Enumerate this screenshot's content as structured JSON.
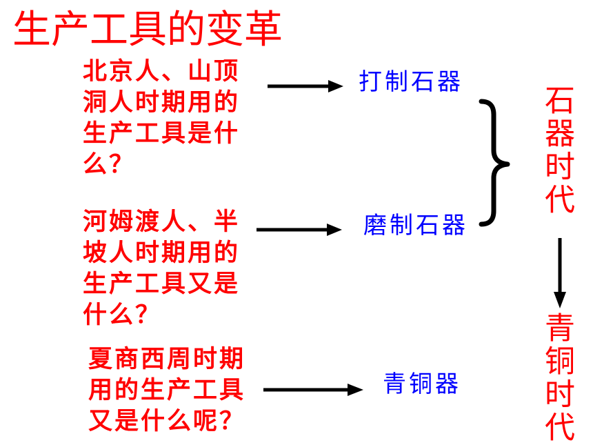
{
  "title": "生产工具的变革",
  "questions": [
    {
      "lines": [
        "北京人、山顶",
        "洞人时期用的",
        "生产工具是什",
        "么？"
      ],
      "answer": "打制石器"
    },
    {
      "lines": [
        "河姆渡人、半",
        "坡人时期用的",
        "生产工具又是",
        "什么？"
      ],
      "answer": "磨制石器"
    },
    {
      "lines": [
        "夏商西周时期",
        "用的生产工具",
        "又是什么呢？"
      ],
      "answer": "青铜器"
    }
  ],
  "eras": {
    "stone_age": "石器时代",
    "bronze_age": "青铜时代"
  },
  "colors": {
    "question": "#ff0000",
    "answer": "#0000ff",
    "arrow": "#000000"
  }
}
